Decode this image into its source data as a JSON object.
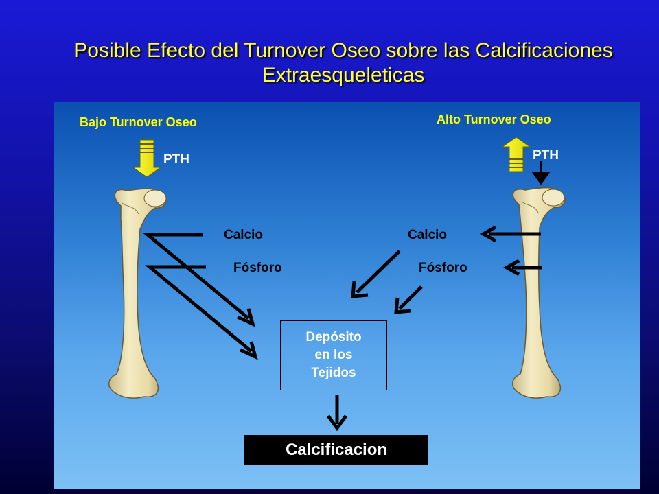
{
  "title": {
    "line1": "Posible Efecto del Turnover Oseo sobre las Calcificaciones",
    "line2": "Extraesqueleticas"
  },
  "left": {
    "heading": "Bajo Turnover Oseo",
    "hormone": "PTH",
    "hormone_direction": "down",
    "calcio": "Calcio",
    "fosforo": "Fósforo"
  },
  "right": {
    "heading": "Alto  Turnover Oseo",
    "hormone": "PTH",
    "hormone_direction": "up",
    "calcio": "Calcio",
    "fosforo": "Fósforo"
  },
  "deposit": {
    "line1": "Depósito",
    "line2": "en los",
    "line3": "Tejidos"
  },
  "result": "Calcificacion",
  "colors": {
    "title": "#ffff33",
    "heading": "#ffff00",
    "pth_arrow": "#ffff33",
    "bone": "#efe6b4"
  }
}
